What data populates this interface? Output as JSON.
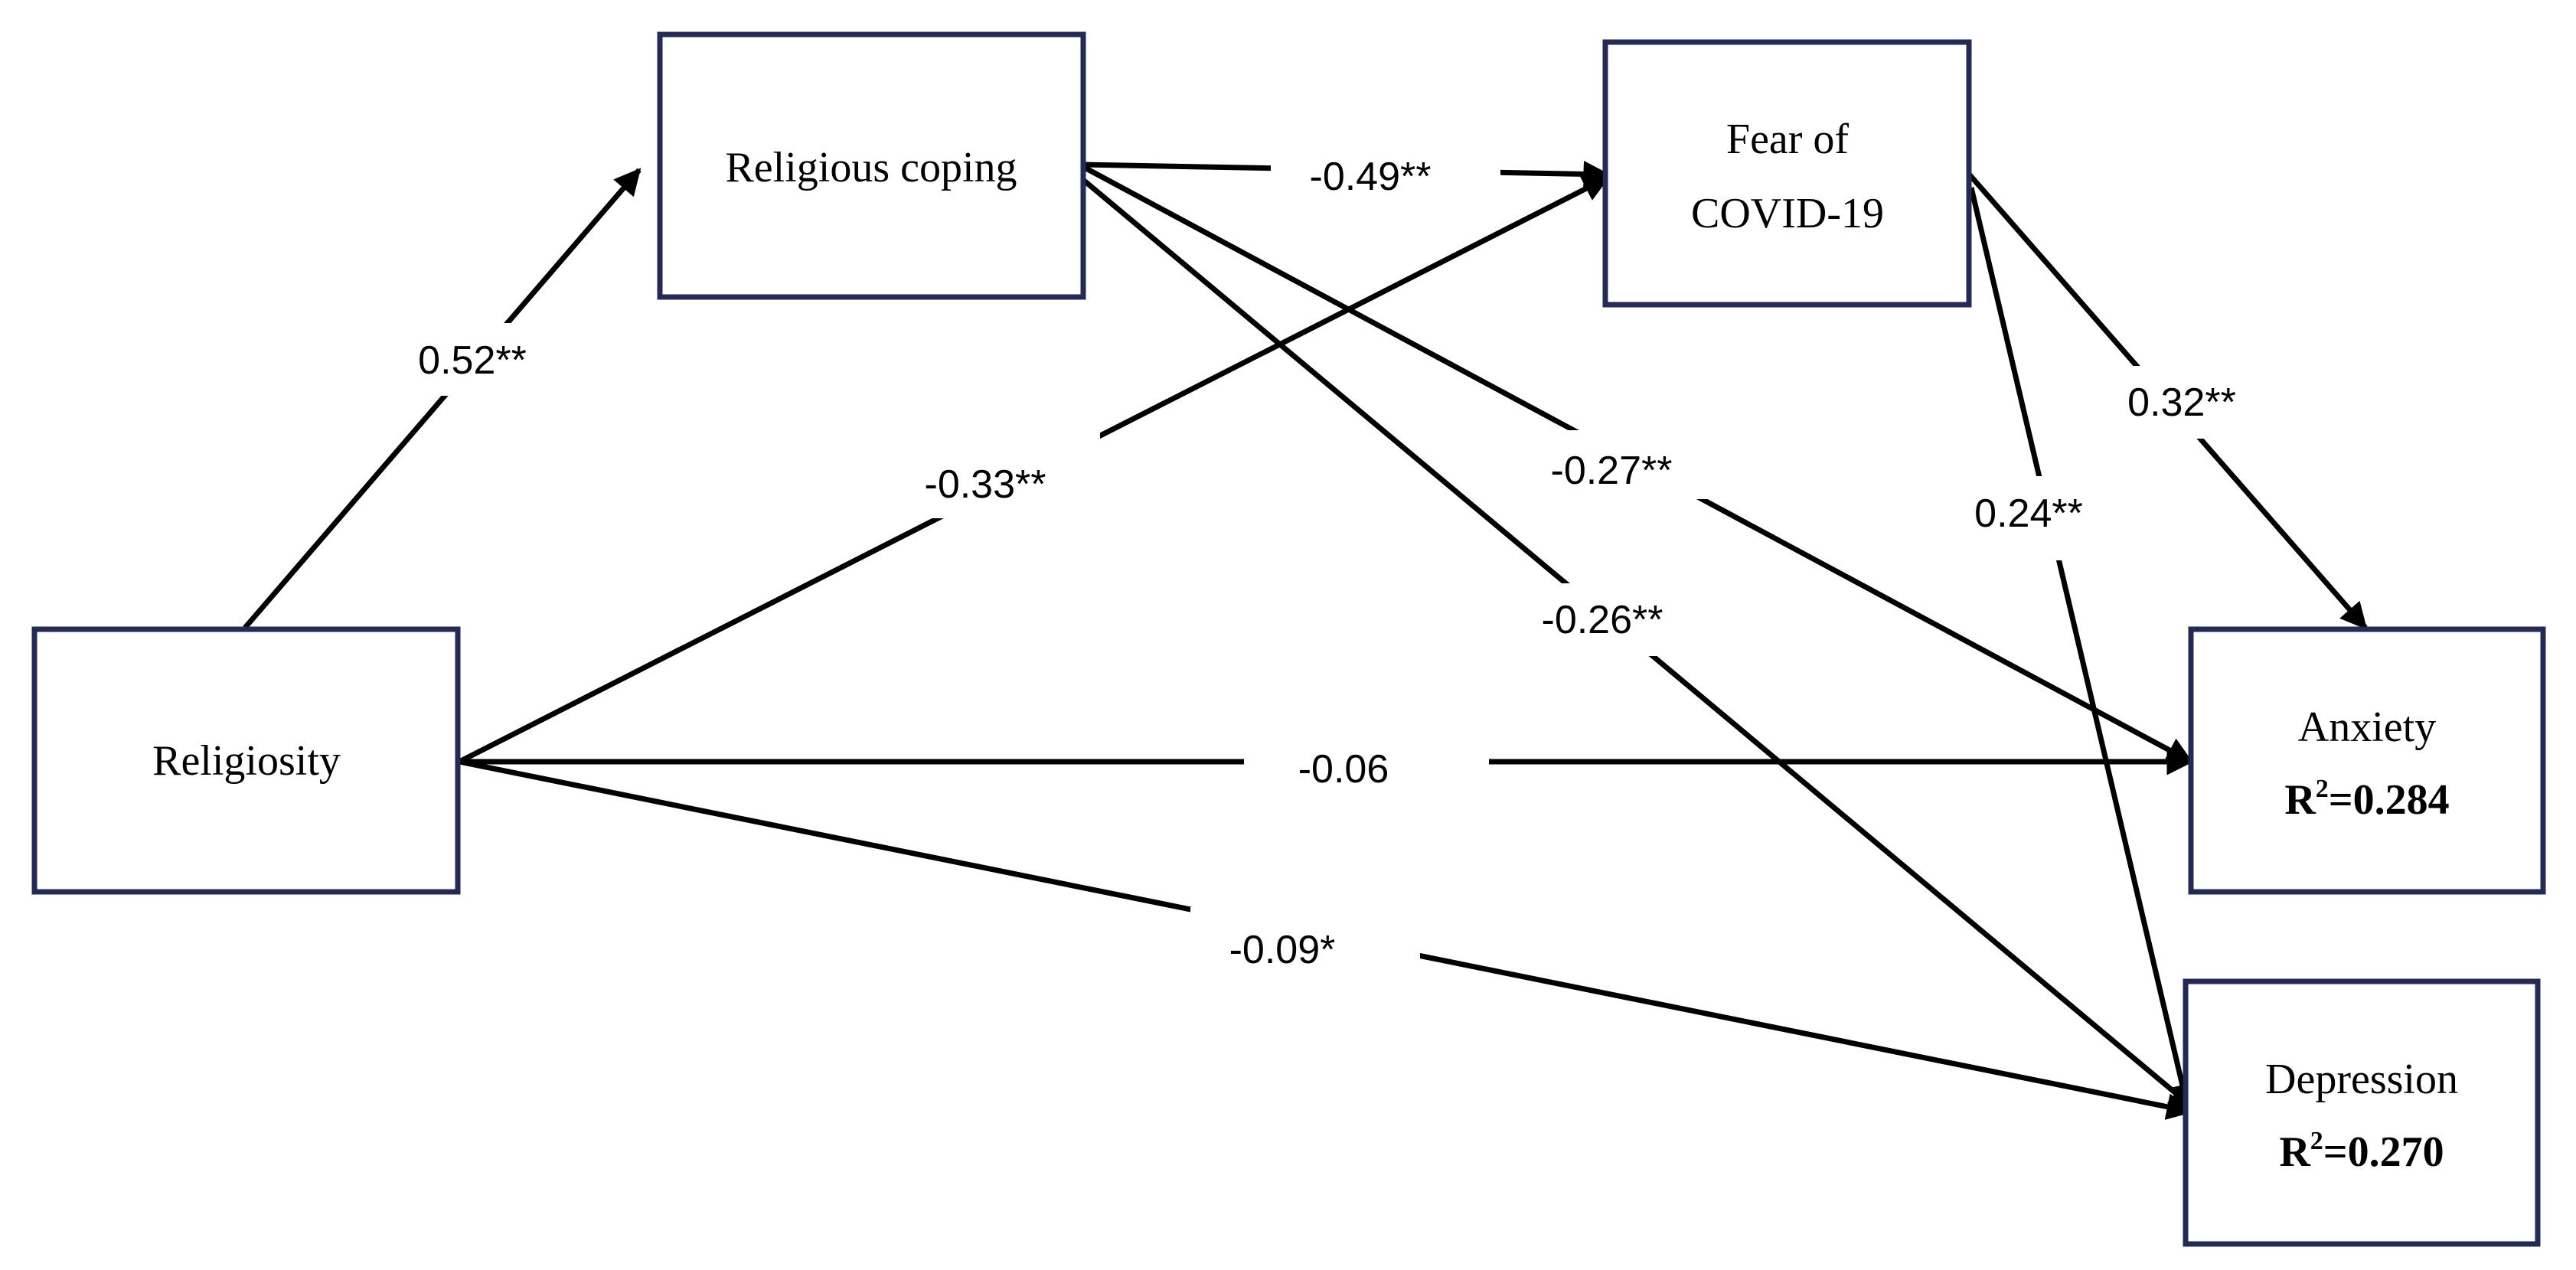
{
  "nodes": {
    "religiosity": {
      "label": "Religiosity"
    },
    "religious_coping": {
      "label": "Religious coping"
    },
    "fear_covid": {
      "line1": "Fear of",
      "line2": "COVID-19"
    },
    "anxiety": {
      "label": "Anxiety",
      "r2_prefix": "R",
      "r2_sup": "2",
      "r2_value": "=0.284"
    },
    "depression": {
      "label": "Depression",
      "r2_prefix": "R",
      "r2_sup": "2",
      "r2_value": "=0.270"
    }
  },
  "paths": {
    "religiosity_to_coping": "0.52**",
    "coping_to_fear": "-0.49**",
    "religiosity_to_fear": "-0.33**",
    "coping_to_anxiety": "-0.27**",
    "coping_to_depression": "-0.26**",
    "fear_to_anxiety": "0.32**",
    "fear_to_depression": "0.24**",
    "religiosity_to_anxiety": "-0.06",
    "religiosity_to_depression": "-0.09*"
  },
  "colors": {
    "box_border": "#232a55",
    "arrow": "#000000"
  }
}
